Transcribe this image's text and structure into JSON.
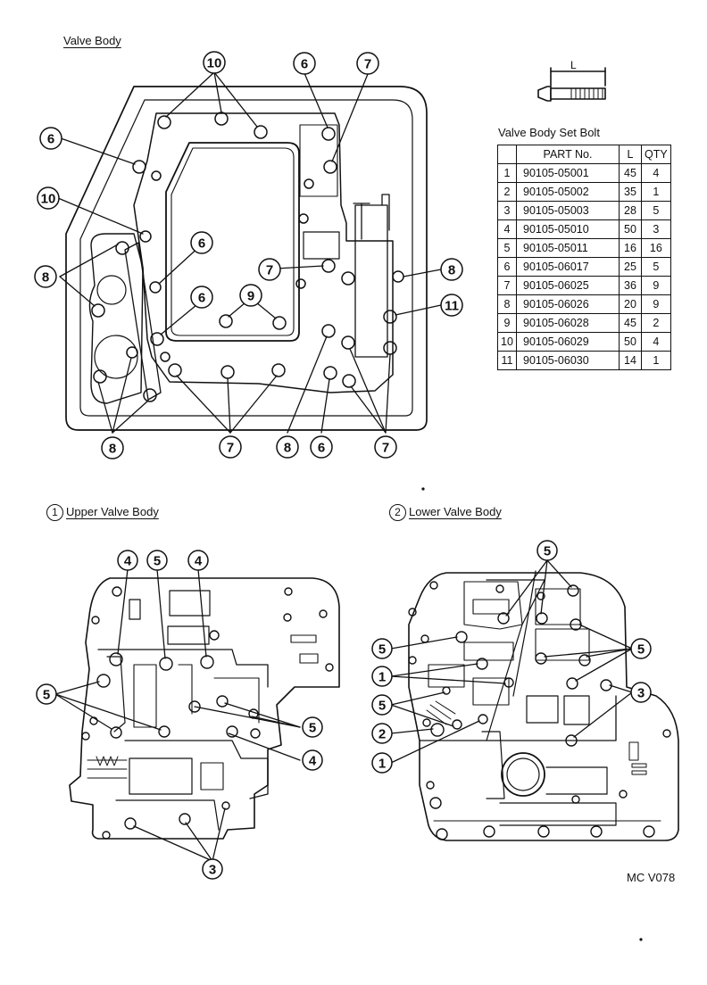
{
  "headings": {
    "valve_body": "Valve Body",
    "upper_valve_body_num": "1",
    "upper_valve_body": "Upper Valve Body",
    "lower_valve_body_num": "2",
    "lower_valve_body": "Lower Valve Body"
  },
  "bolt_diagram": {
    "length_label": "L"
  },
  "table": {
    "title": "Valve Body Set Bolt",
    "headers": [
      "",
      "PART No.",
      "L",
      "QTY"
    ],
    "rows": [
      [
        "1",
        "90105-05001",
        "45",
        "4"
      ],
      [
        "2",
        "90105-05002",
        "35",
        "1"
      ],
      [
        "3",
        "90105-05003",
        "28",
        "5"
      ],
      [
        "4",
        "90105-05010",
        "50",
        "3"
      ],
      [
        "5",
        "90105-05011",
        "16",
        "16"
      ],
      [
        "6",
        "90105-06017",
        "25",
        "5"
      ],
      [
        "7",
        "90105-06025",
        "36",
        "9"
      ],
      [
        "8",
        "90105-06026",
        "20",
        "9"
      ],
      [
        "9",
        "90105-06028",
        "45",
        "2"
      ],
      [
        "10",
        "90105-06029",
        "50",
        "4"
      ],
      [
        "11",
        "90105-06030",
        "14",
        "1"
      ]
    ]
  },
  "callouts_top": [
    "10",
    "6",
    "7",
    "6",
    "10",
    "6",
    "8",
    "7",
    "8",
    "6",
    "9",
    "11",
    "8",
    "7",
    "8",
    "6",
    "7"
  ],
  "callouts_upper": [
    "4",
    "5",
    "4",
    "5",
    "5",
    "4",
    "3"
  ],
  "callouts_lower": [
    "5",
    "5",
    "5",
    "1",
    "3",
    "5",
    "2",
    "1"
  ],
  "reference_code": "MC V078"
}
